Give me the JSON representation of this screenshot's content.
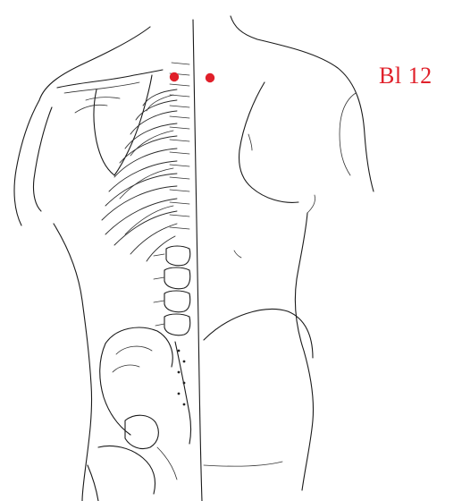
{
  "diagram": {
    "point_label": "Bl 12",
    "point_color": "#e0202a",
    "subject": "posterior-torso-anatomy",
    "marked_points": 2
  }
}
